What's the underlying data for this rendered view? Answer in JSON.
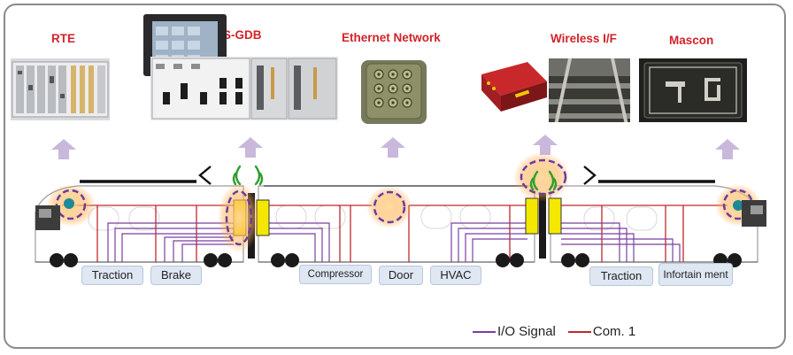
{
  "titles": {
    "rte": "RTE",
    "sgdb": "S-GDB",
    "ethernet": "Ethernet Network",
    "wireless": "Wireless I/F",
    "mascon": "Mascon"
  },
  "subsystems": {
    "traction_left": "Traction",
    "brake": "Brake",
    "compressor": "Compressor",
    "door": "Door",
    "hvac": "HVAC",
    "traction_right": "Traction",
    "infotainment": "Infortain ment"
  },
  "legend": {
    "io_signal": "I/O Signal",
    "com1": "Com. 1"
  },
  "colors": {
    "title_red": "#d2232a",
    "io_signal": "#7b3fa0",
    "com1": "#c0282d",
    "arrow": "#c9b8dc",
    "gateway_yellow": "#f5e800",
    "highlight_ring": "#6a3d9a",
    "antenna_green": "#2e9e2e"
  }
}
